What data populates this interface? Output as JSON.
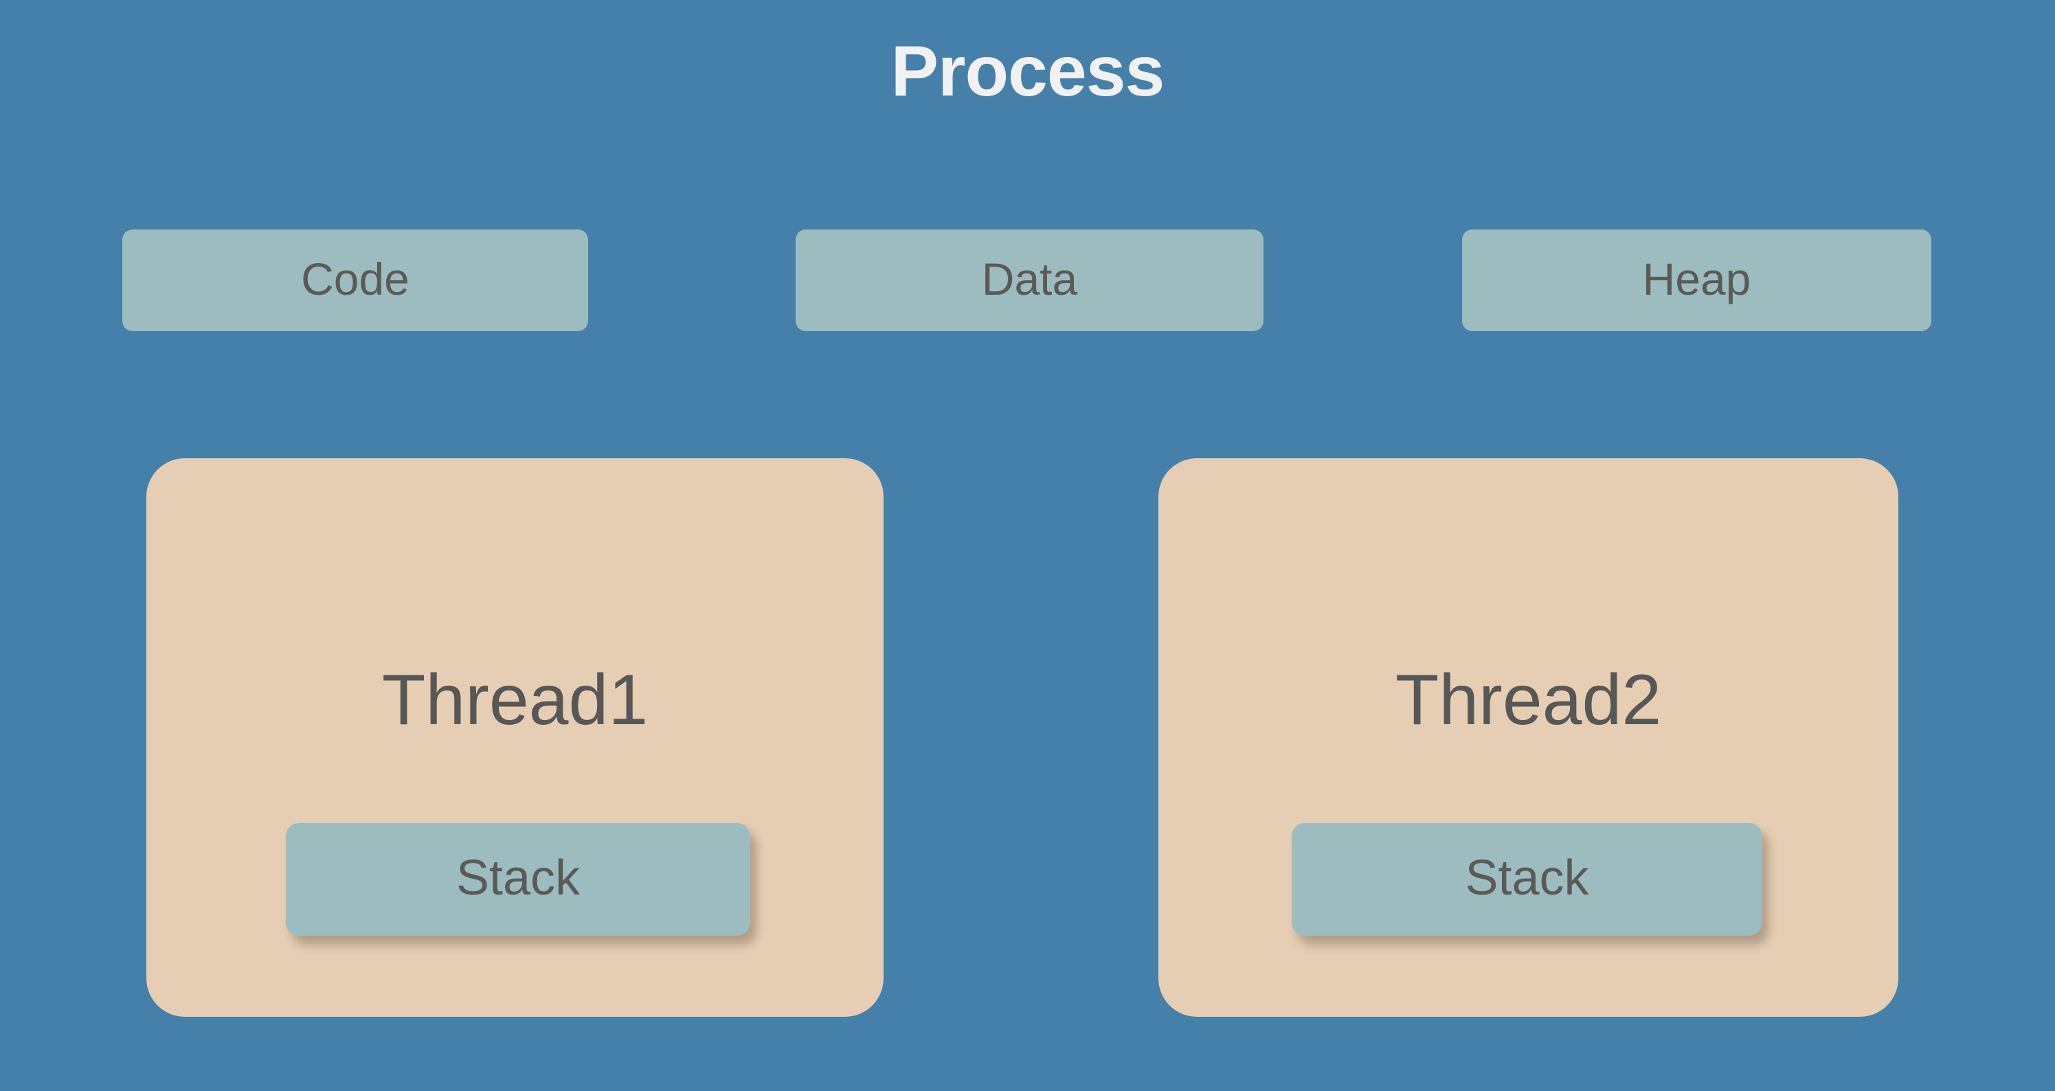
{
  "diagram": {
    "title": "Process",
    "background_color": "#4580aa",
    "title_color": "#f1f1f1",
    "segment_color": "#9dbcbf",
    "thread_card_color": "#e5ceb3",
    "label_text_color": "#5b5b56"
  },
  "segments": [
    {
      "label": "Code"
    },
    {
      "label": "Data"
    },
    {
      "label": "Heap"
    }
  ],
  "threads": [
    {
      "label": "Thread1",
      "stack": {
        "label": "Stack"
      }
    },
    {
      "label": "Thread2",
      "stack": {
        "label": "Stack"
      }
    }
  ]
}
